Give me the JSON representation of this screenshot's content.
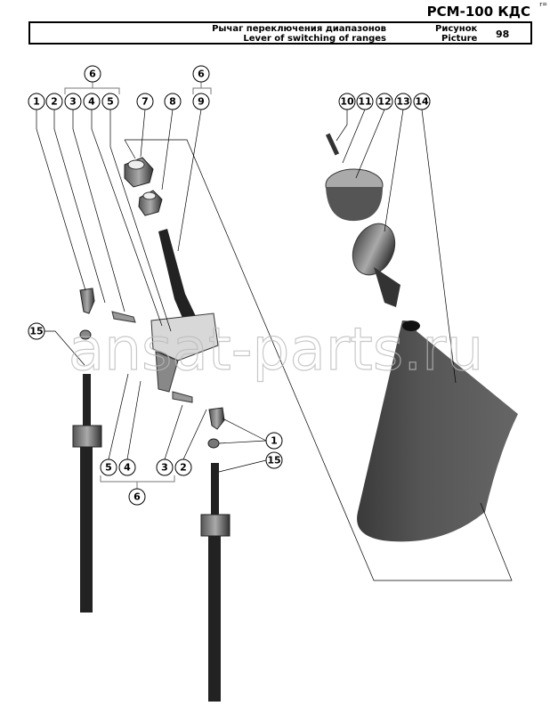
{
  "header": {
    "code": "РСМ-100 КДС",
    "corner_mark": "r=",
    "title_ru": "Рычаг переключения диапазонов",
    "title_en": "Lever of switching of ranges",
    "picture_label_ru": "Рисунок",
    "picture_label_en": "Picture",
    "picture_number": "98"
  },
  "watermark": "ansat-parts.ru",
  "callouts": {
    "top_left": [
      "1",
      "2",
      "3",
      "4",
      "5",
      "7",
      "8",
      "9"
    ],
    "top_group_6a": "6",
    "top_group_6b": "6",
    "top_right": [
      "10",
      "11",
      "12",
      "13",
      "14"
    ],
    "left_15": "15",
    "bottom": [
      "5",
      "4",
      "3",
      "2"
    ],
    "bottom_group_6": "6",
    "right_1": "1",
    "right_15": "15"
  }
}
